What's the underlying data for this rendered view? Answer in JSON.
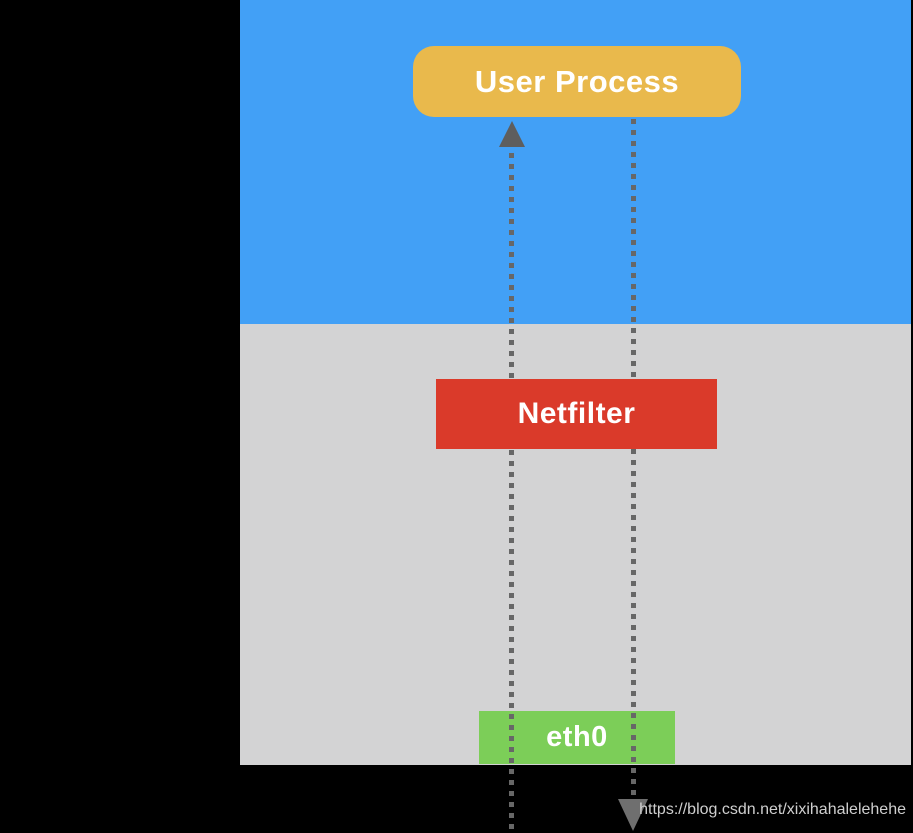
{
  "diagram": {
    "user_process_label": "User Process",
    "netfilter_label": "Netfilter",
    "eth0_label": "eth0",
    "flows": [
      {
        "name": "inbound",
        "description": "dotted line from below eth0 up through Netfilter into User Process, arrowhead pointing up"
      },
      {
        "name": "outbound",
        "description": "dotted line from User Process down through Netfilter and eth0, arrowhead pointing down off the bottom"
      }
    ]
  },
  "watermark": {
    "url": "https://blog.csdn.net/xixihahalelehehe"
  },
  "colors": {
    "background": "#000000",
    "user_space": "#42A0F6",
    "kernel_space": "#D3D3D4",
    "user_process_box": "#E9B94C",
    "netfilter_box": "#DA3A2A",
    "eth0_box": "#7CCE58",
    "flow_line": "#676767",
    "arrow_up": "#5E5E5E",
    "arrow_down": "#6F6F6F",
    "watermark_text": "#CFCFCF"
  }
}
